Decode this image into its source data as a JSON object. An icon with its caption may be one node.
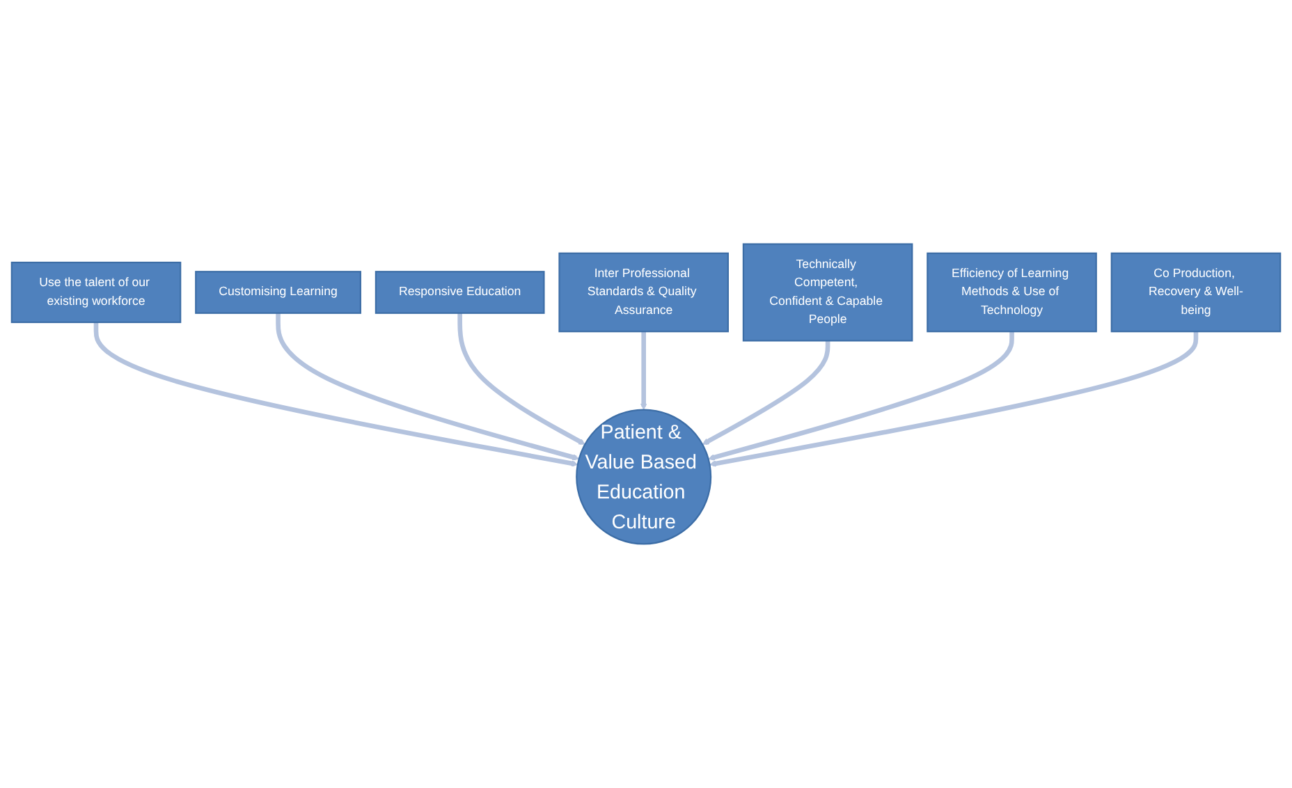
{
  "diagram": {
    "nodes": [
      {
        "text": [
          "Inter Professional Standards & Quality Assurance"
        ]
      },
      {
        "text": [
          "Responsive Education"
        ]
      },
      {
        "text": [
          "Technically Competent, Confident & Capable People"
        ]
      },
      {
        "text": [
          "Customising Learning"
        ]
      },
      {
        "text": [
          "Efficiency of Learning Methods & Use of Technology"
        ]
      },
      {
        "text": [
          "Use the talent of our existing workforce"
        ]
      },
      {
        "text": [
          "Co Production, Recovery & Well-being"
        ]
      },
      {
        "text": [
          "Patient & Value Based Education Culture"
        ]
      }
    ],
    "edges": [
      {
        "from": 5,
        "to": 7,
        "arrow": "to"
      },
      {
        "from": 3,
        "to": 7,
        "arrow": "to"
      },
      {
        "from": 1,
        "to": 7,
        "arrow": "to"
      },
      {
        "from": 0,
        "to": 7,
        "arrow": "to"
      },
      {
        "from": 2,
        "to": 7,
        "arrow": "to"
      },
      {
        "from": 4,
        "to": 7,
        "arrow": "to"
      },
      {
        "from": 6,
        "to": 7,
        "arrow": "to"
      }
    ]
  }
}
